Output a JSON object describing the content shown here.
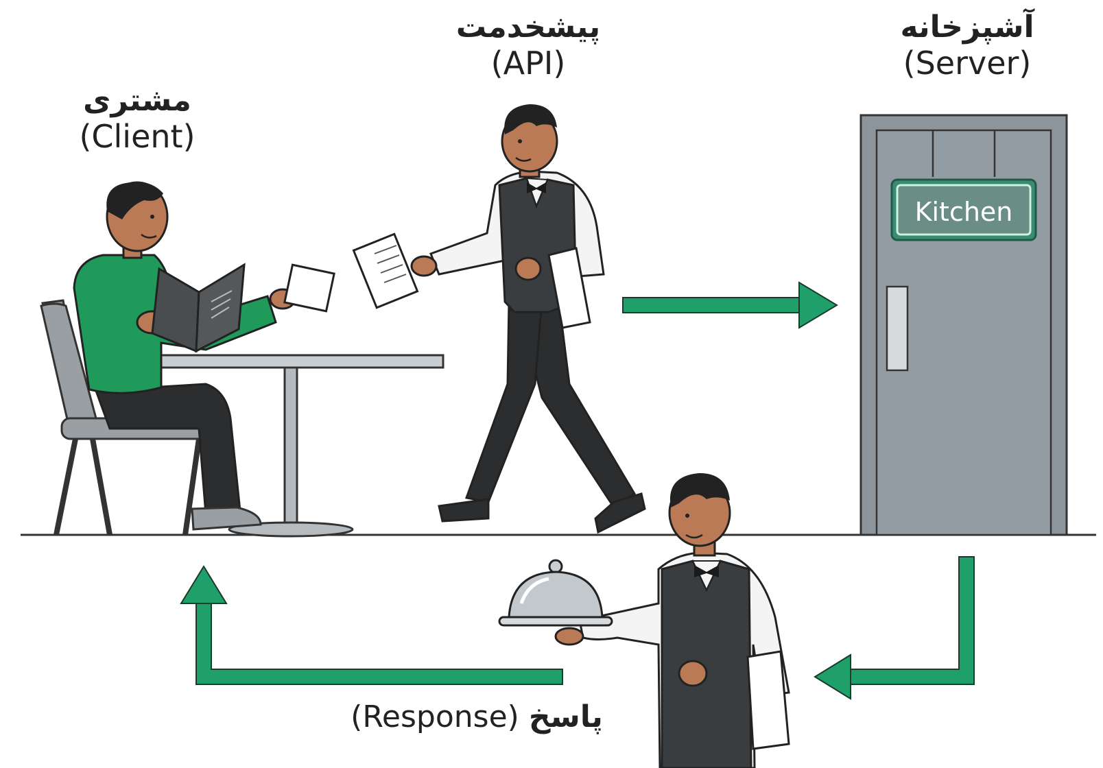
{
  "labels": {
    "client": {
      "fa": "مشتری",
      "en": "(Client)"
    },
    "api": {
      "fa": "پیشخدمت",
      "en": "(API)"
    },
    "server": {
      "fa": "آشپزخانه",
      "en": "(Server)"
    },
    "response": {
      "fa": "پاسخ",
      "en": "(Response)"
    }
  },
  "kitchen_sign": "Kitchen",
  "colors": {
    "accent_green": "#1fa06a",
    "sweater_green": "#1f9a5a",
    "door_gray": "#8c959c",
    "vest_dark": "#3a3d40",
    "skin": "#b97a55",
    "outline": "#222222"
  },
  "icons": [
    "chair-icon",
    "table-icon",
    "menu-icon",
    "order-paper-icon",
    "cloche-icon",
    "towel-icon",
    "door-handle-icon"
  ]
}
